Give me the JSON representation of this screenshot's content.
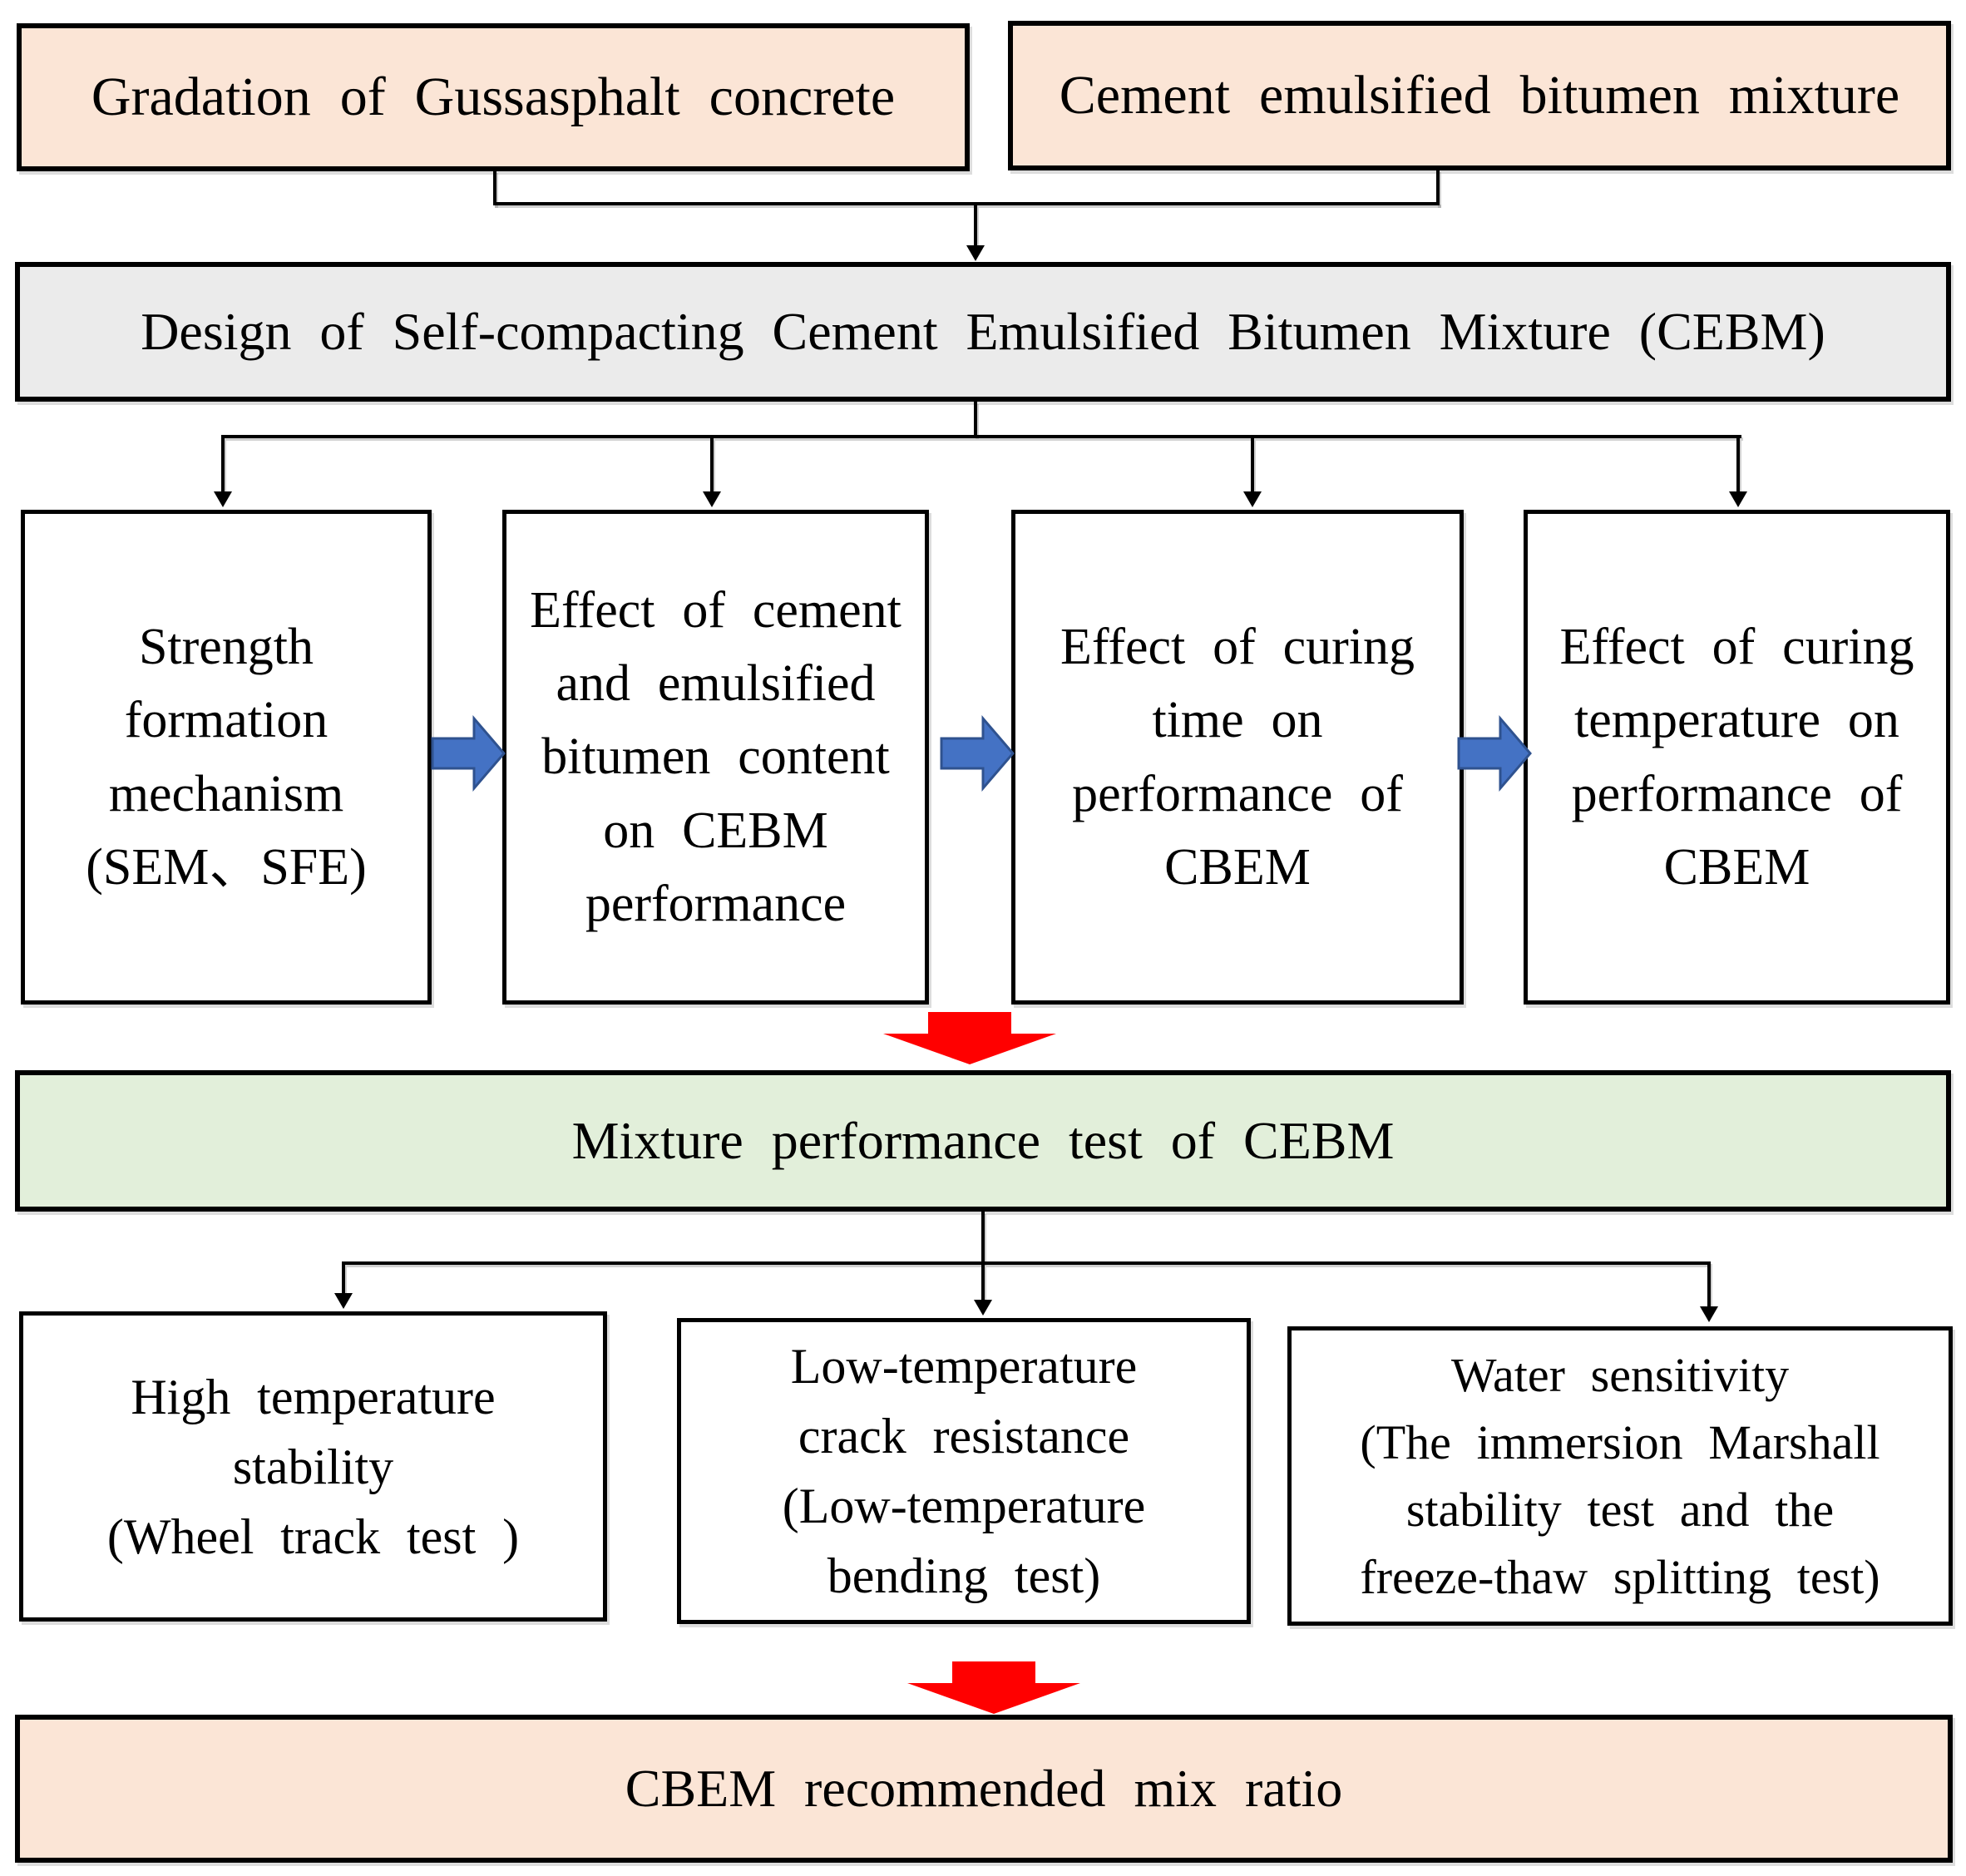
{
  "diagram": {
    "inputs": [
      {
        "label": "Gradation of Gussasphalt concrete"
      },
      {
        "label": "Cement emulsified bitumen mixture"
      }
    ],
    "design": {
      "label": "Design of Self-compacting Cement Emulsified Bitumen Mixture (CEBM)"
    },
    "studies": [
      {
        "label": "Strength\nformation\nmechanism\n(SEM、SFE)"
      },
      {
        "label": "Effect of cement\nand emulsified\nbitumen content\non CEBM\nperformance"
      },
      {
        "label": "Effect of curing\ntime on\nperformance of\nCBEM"
      },
      {
        "label": "Effect of curing\ntemperature on\nperformance of\nCBEM"
      }
    ],
    "performance": {
      "label": "Mixture performance test of CEBM"
    },
    "tests": [
      {
        "label": "High temperature\nstability\n(Wheel track test )"
      },
      {
        "label": "Low-temperature\ncrack resistance\n(Low-temperature\nbending test)"
      },
      {
        "label": "Water sensitivity\n(The immersion Marshall\nstability test and the\nfreeze-thaw splitting test)"
      }
    ],
    "result": {
      "label": "CBEM recommended mix ratio"
    }
  },
  "colors": {
    "input_fill": "#fbe5d6",
    "design_fill": "#ebebeb",
    "performance_fill": "#e2efda",
    "result_fill": "#fbe5d6",
    "study_fill": "#ffffff",
    "test_fill": "#ffffff",
    "border": "#000000",
    "flow_arrow_blue": "#4472c4",
    "flow_arrow_blue_border": "#2f528f",
    "flow_arrow_red": "#ff0000"
  }
}
